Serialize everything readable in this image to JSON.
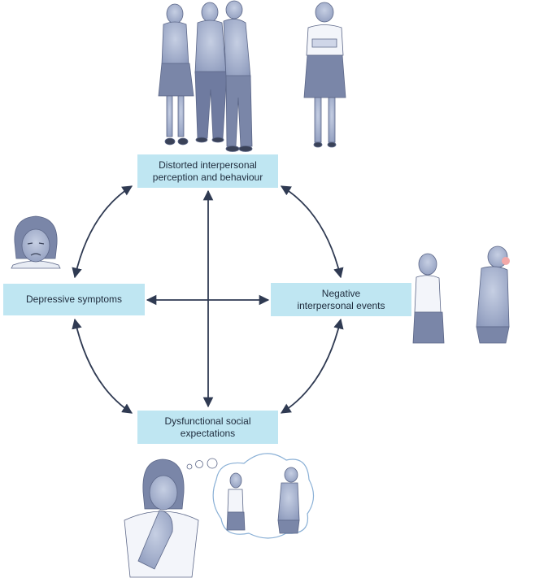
{
  "diagram": {
    "nodes": {
      "top": {
        "line1": "Distorted interpersonal",
        "line2": "perception and behaviour"
      },
      "left": {
        "line1": "Depressive symptoms"
      },
      "right": {
        "line1": "Negative",
        "line2": "interpersonal events"
      },
      "bottom": {
        "line1": "Dysfunctional social",
        "line2": "expectations"
      }
    },
    "edges": [
      {
        "from": "top",
        "to": "left",
        "type": "bidirectional"
      },
      {
        "from": "top",
        "to": "right",
        "type": "bidirectional"
      },
      {
        "from": "bottom",
        "to": "left",
        "type": "bidirectional"
      },
      {
        "from": "bottom",
        "to": "right",
        "type": "bidirectional"
      },
      {
        "from": "top",
        "to": "bottom",
        "type": "bidirectional"
      },
      {
        "from": "left",
        "to": "right",
        "type": "bidirectional"
      }
    ],
    "illustrations": [
      "group-of-friends-illustration",
      "standing-woman-illustration",
      "sad-face-illustration",
      "couple-turned-away-illustration",
      "thinking-person-illustration"
    ],
    "colors": {
      "node_fill": "#bfe6f2",
      "arrow": "#2f3a52",
      "figure": "#8e9bbd"
    }
  }
}
